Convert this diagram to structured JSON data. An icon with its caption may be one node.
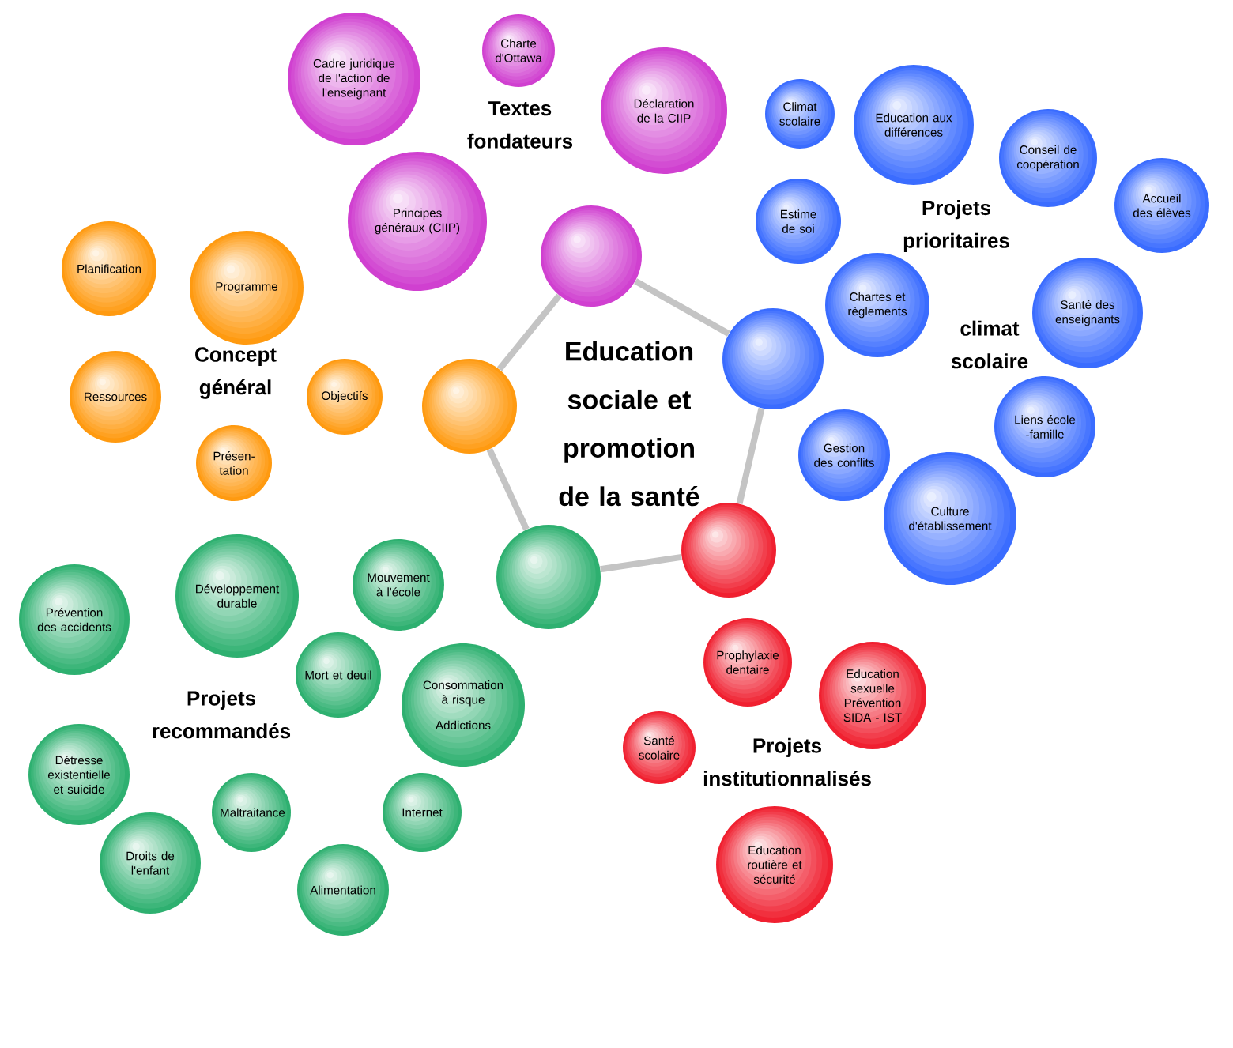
{
  "diagram": {
    "nodes": [
      {
        "text": [],
        "shape": "circle"
      },
      {
        "text": [],
        "shape": "circle"
      },
      {
        "text": [],
        "shape": "circle"
      },
      {
        "text": [],
        "shape": "circle"
      },
      {
        "text": [],
        "shape": "circle"
      },
      {
        "text": [
          "Cadre juridique de l'action de l'enseignant"
        ]
      },
      {
        "text": [
          "Charte d'Ottawa"
        ]
      },
      {
        "text": [
          "Déclaration de la CIIP"
        ]
      },
      {
        "text": [
          "Principes généraux (CIIP)"
        ]
      },
      {
        "text": [
          "Climat scolaire"
        ]
      },
      {
        "text": [
          "Education aux différences"
        ]
      },
      {
        "text": [
          "Conseil de coopération"
        ]
      },
      {
        "text": [
          "Accueil des élèves"
        ]
      },
      {
        "text": [
          "Estime de soi"
        ]
      },
      {
        "text": [
          "Chartes et règlements"
        ]
      },
      {
        "text": [
          "Santé des enseignants"
        ]
      },
      {
        "text": [
          "Liens école -famille"
        ]
      },
      {
        "text": [
          "Gestion des conflits"
        ]
      },
      {
        "text": [
          "Culture d'établissement"
        ]
      },
      {
        "text": [
          "Planification"
        ]
      },
      {
        "text": [
          "Programme"
        ]
      },
      {
        "text": [
          "Ressources"
        ]
      },
      {
        "text": [
          "Objectifs"
        ]
      },
      {
        "text": [
          "Présen- tation"
        ]
      },
      {
        "text": [
          "Prévention des accidents"
        ]
      },
      {
        "text": [
          "Développement durable"
        ]
      },
      {
        "text": [
          "Mouvement à l'école"
        ]
      },
      {
        "text": [
          "Mort et deuil"
        ]
      },
      {
        "text": [
          "Consommation à risque",
          "Addictions"
        ]
      },
      {
        "text": [
          "Détresse existentielle et suicide"
        ]
      },
      {
        "text": [
          "Maltraitance"
        ]
      },
      {
        "text": [
          "Internet"
        ]
      },
      {
        "text": [
          "Droits de l'enfant"
        ]
      },
      {
        "text": [
          "Alimentation"
        ]
      },
      {
        "text": [
          "Prophylaxie dentaire"
        ]
      },
      {
        "text": [
          "Education sexuelle Prévention SIDA - IST"
        ]
      },
      {
        "text": [
          "Santé scolaire"
        ]
      },
      {
        "text": [
          "Education routière et sécurité"
        ]
      }
    ],
    "edges": [
      {
        "from": 0,
        "to": 1,
        "arrow": "none"
      },
      {
        "from": 1,
        "to": 3,
        "arrow": "none"
      },
      {
        "from": 3,
        "to": 4,
        "arrow": "none"
      },
      {
        "from": 4,
        "to": 2,
        "arrow": "none"
      },
      {
        "from": 2,
        "to": 0,
        "arrow": "none"
      }
    ],
    "labels": [
      "Textes fondateurs",
      "Projets prioritaires",
      "Concept général",
      "Education sociale et promotion de la santé",
      "climat scolaire",
      "Projets recommandés",
      "Projets institutionnalisés"
    ]
  }
}
